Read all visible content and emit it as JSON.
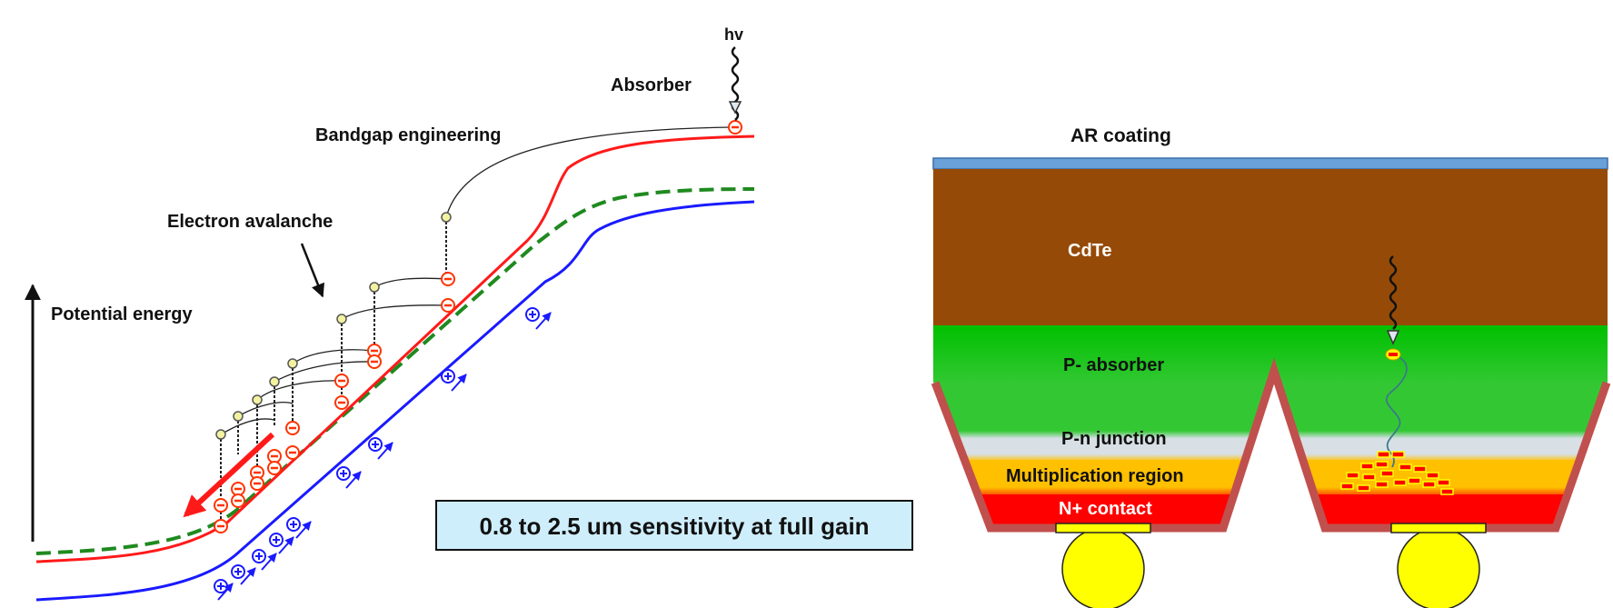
{
  "band_diagram": {
    "labels": {
      "photon": "hv",
      "absorber": "Absorber",
      "bandgap": "Bandgap engineering",
      "avalanche": "Electron avalanche",
      "potential": "Potential energy"
    },
    "colors": {
      "conduction_band": "#ff1a1a",
      "fermi_level": "#1f8a1f",
      "valence_band": "#1a1aff",
      "electron": "#ff3300",
      "hole": "#1a1aff",
      "trap_state": "#f2f2a0"
    }
  },
  "sensitivity_box": {
    "text": "0.8 to 2.5 um sensitivity at full gain",
    "fill": "#cfeefc"
  },
  "device_cross_section": {
    "labels": {
      "ar_coating": "AR coating",
      "cdte": "CdTe",
      "p_absorber": "P- absorber",
      "pn_junction": "P-n junction",
      "multiplication": "Multiplication region",
      "n_contact": "N+ contact"
    },
    "colors": {
      "ar_coating": "#6aa0d8",
      "cdte": "#964a08",
      "p_absorber": "#00c000",
      "pn_junction": "#d4dde4",
      "multiplication": "#ffc000",
      "n_contact": "#ff0000",
      "trench_wall": "#c0504d",
      "bump": "#ffff00"
    }
  }
}
